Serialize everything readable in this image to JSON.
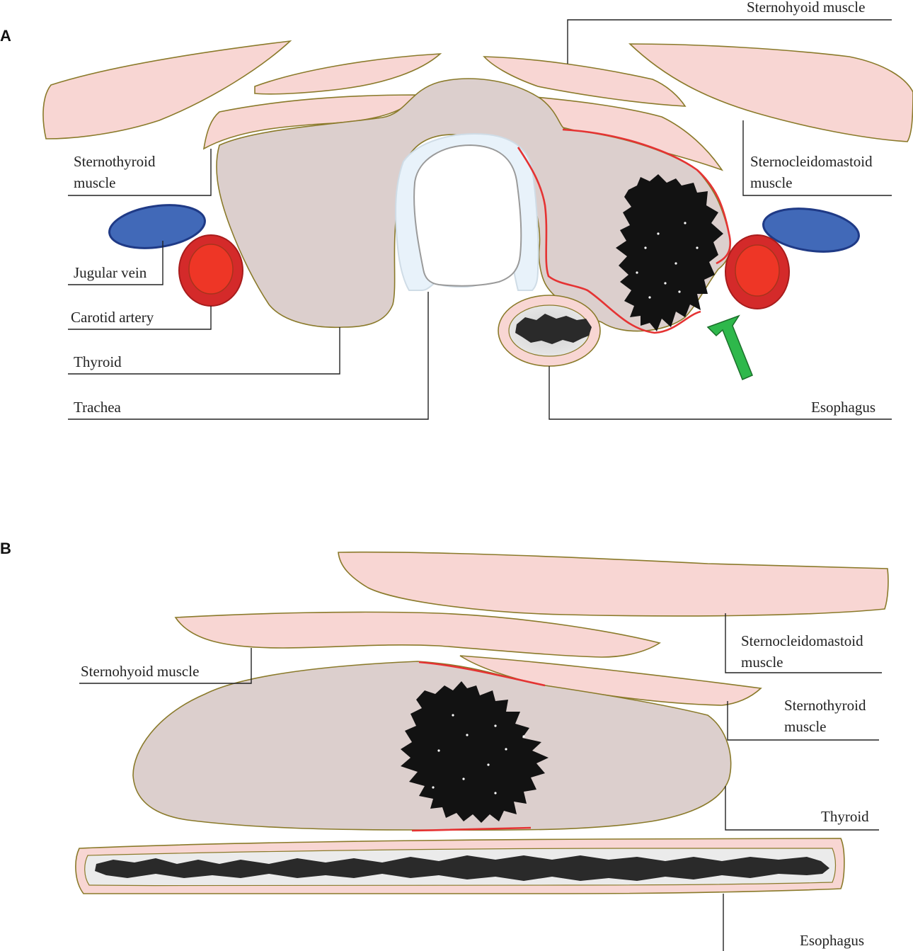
{
  "panels": {
    "a": {
      "label": "A",
      "labels": {
        "sternohyoid": "Sternohyoid muscle",
        "sternothyroid_1": "Sternothyroid",
        "sternothyroid_2": "muscle",
        "scm_1": "Sternocleidomastoid",
        "scm_2": "muscle",
        "jugular": "Jugular vein",
        "carotid": "Carotid artery",
        "thyroid": "Thyroid",
        "trachea": "Trachea",
        "esophagus": "Esophagus"
      }
    },
    "b": {
      "label": "B",
      "labels": {
        "scm_1": "Sternocleidomastoid",
        "scm_2": "muscle",
        "sternohyoid": "Sternohyoid muscle",
        "sternothyroid_1": "Sternothyroid",
        "sternothyroid_2": "muscle",
        "thyroid": "Thyroid",
        "esophagus": "Esophagus"
      }
    }
  },
  "colors": {
    "muscle": "#f8d6d3",
    "thyroid": "#dccfcd",
    "outline": "#8a7a2a",
    "capsule": "#e53333",
    "tumor": "#121212",
    "jugular_vein": "#4169b8",
    "carotid_outer": "#d42a2a",
    "carotid_inner": "#ee3626",
    "trachea_ring": "#e8f2fa",
    "arrow": "#2eb84b"
  },
  "icons": {
    "arrow": "green-arrow-icon"
  }
}
